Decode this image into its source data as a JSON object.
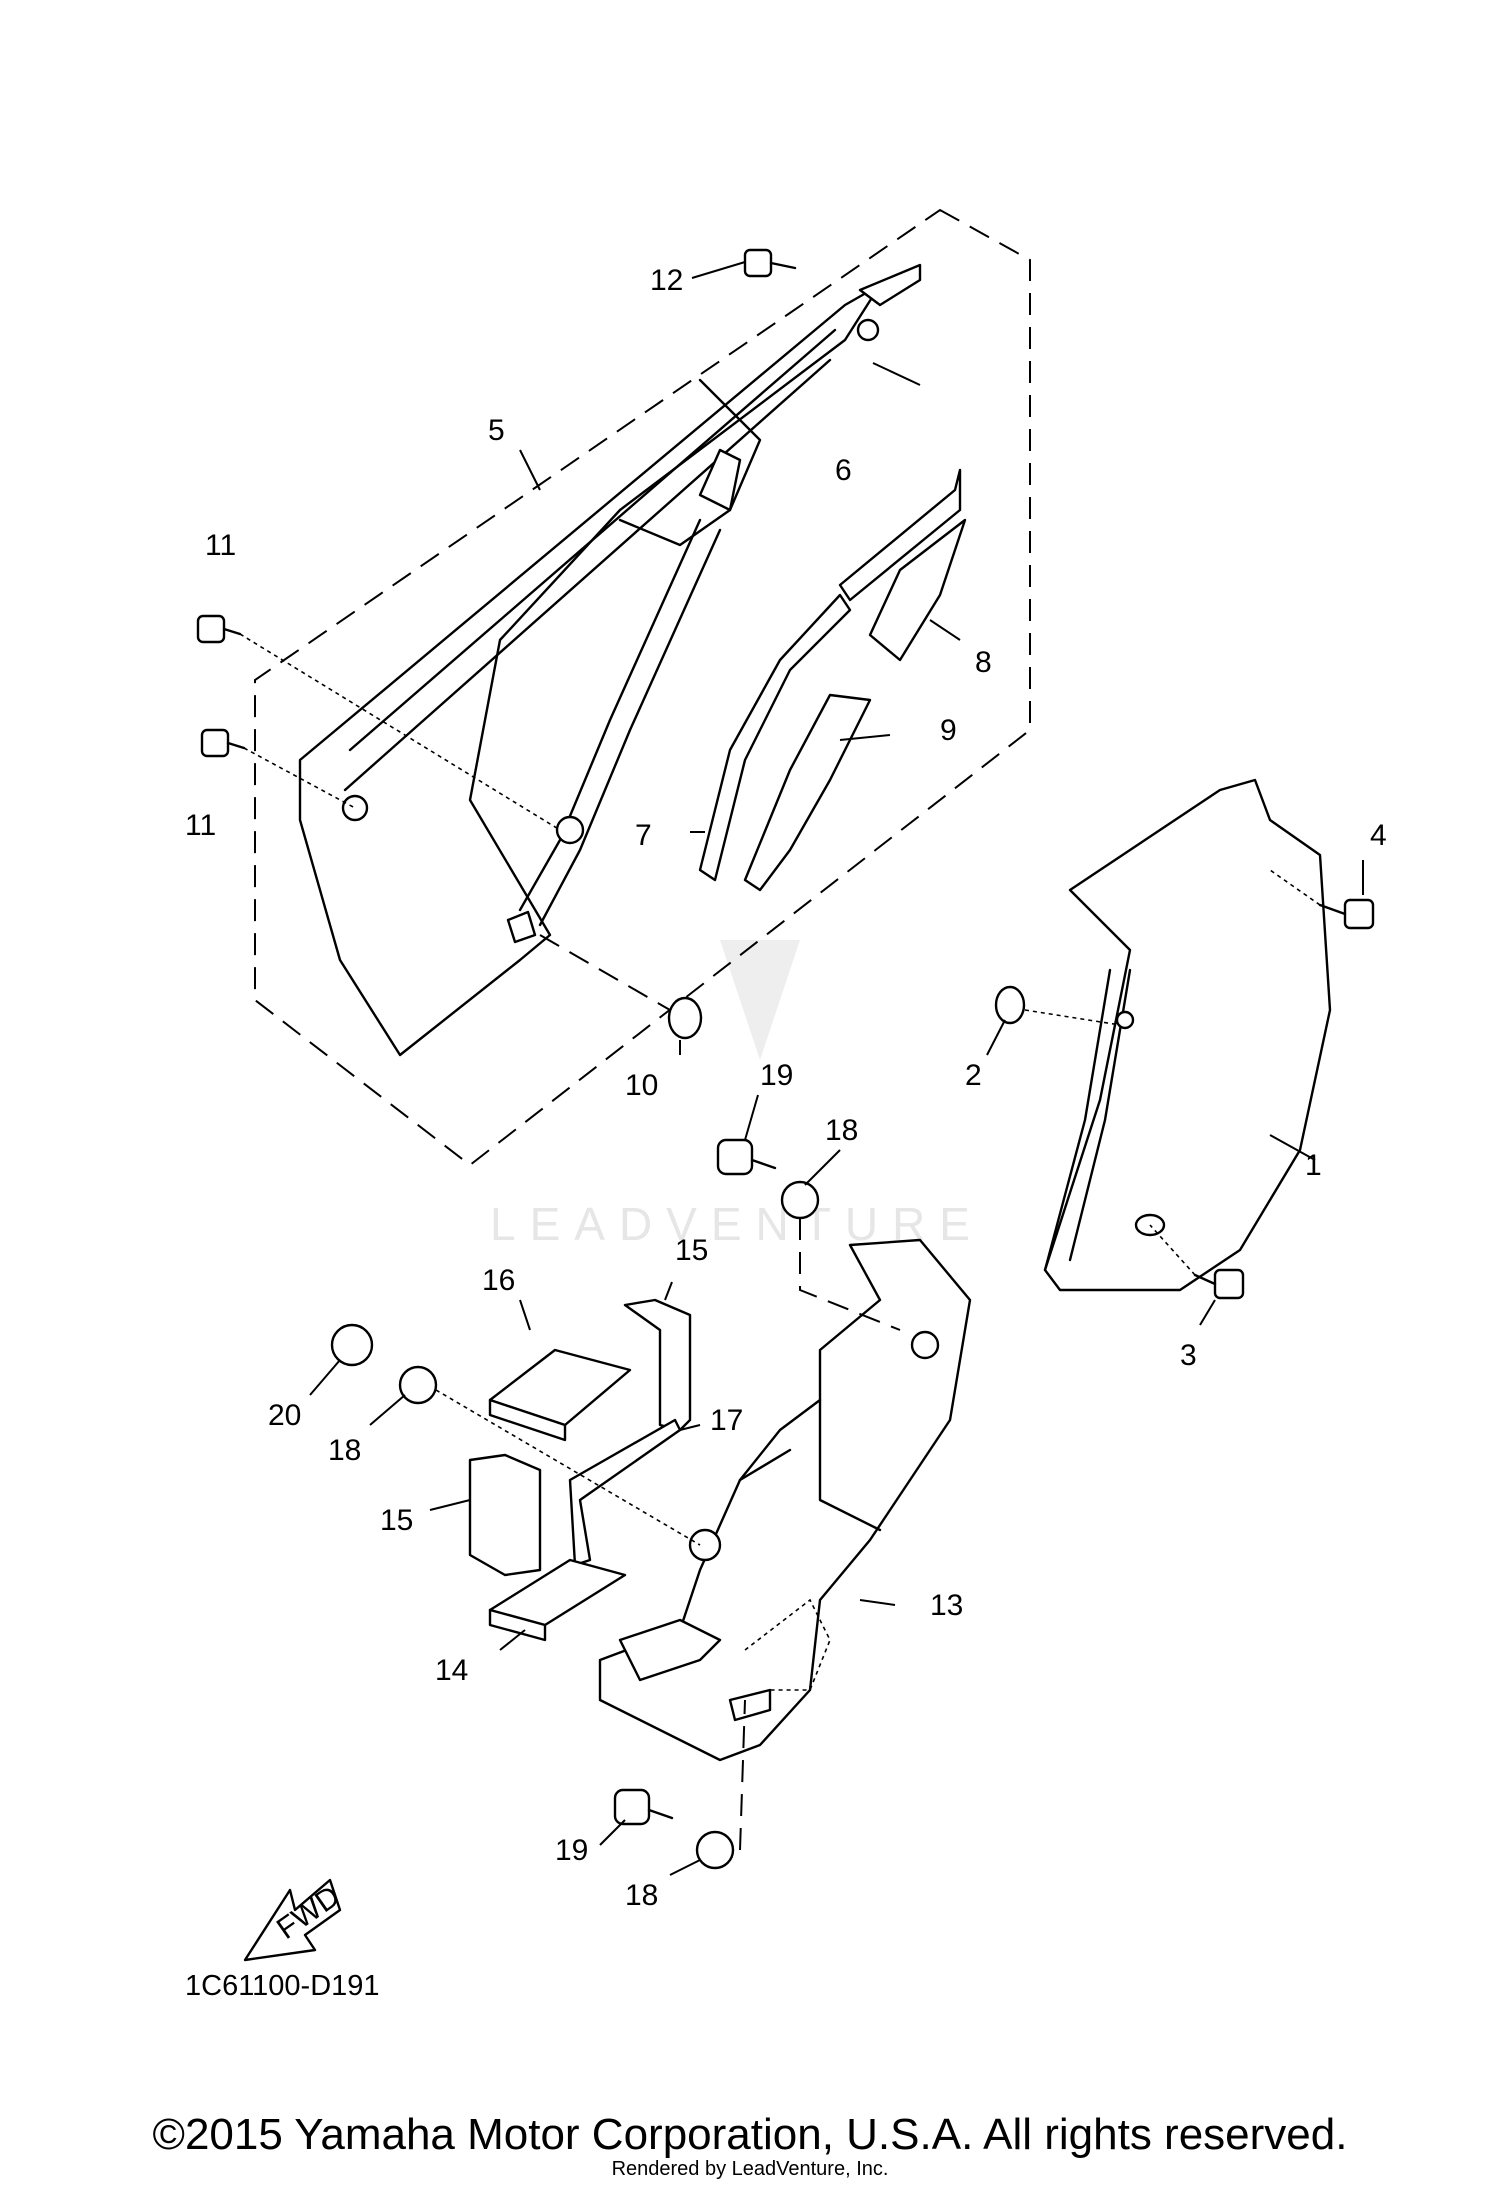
{
  "diagram": {
    "code": "1C61100-D191",
    "fwd_label": "FWD",
    "watermark": "LEADVENTURE",
    "callouts": [
      "1",
      "2",
      "3",
      "4",
      "5",
      "6",
      "7",
      "8",
      "9",
      "10",
      "11",
      "11",
      "12",
      "13",
      "14",
      "15",
      "15",
      "16",
      "17",
      "18",
      "18",
      "18",
      "19",
      "19",
      "20"
    ]
  },
  "footer": {
    "copyright": "©2015 Yamaha Motor Corporation, U.S.A. All rights reserved.",
    "rendered_by": "Rendered by LeadVenture, Inc."
  }
}
